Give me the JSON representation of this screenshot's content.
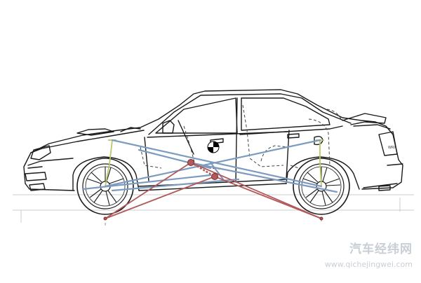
{
  "diagram": {
    "subject": "sedan side-view suspension and center-of-mass geometry",
    "colors": {
      "body_lines": "#1a1a1a",
      "dashed_lines": "#444444",
      "guide_lines": "#c8ccd2",
      "blue_links": "#7d9bbf",
      "red_links": "#b25a5a",
      "yellow_links": "#b8c86a",
      "cog_marker": "#000000",
      "watermark": "#c9cfd6"
    },
    "icons": [
      "center-of-gravity-icon",
      "front-wheel-icon",
      "rear-wheel-icon"
    ]
  },
  "badge": {
    "text": "WRX"
  },
  "watermark": {
    "brand": "汽车经纬网",
    "url": "www.qichejingwei.com"
  }
}
